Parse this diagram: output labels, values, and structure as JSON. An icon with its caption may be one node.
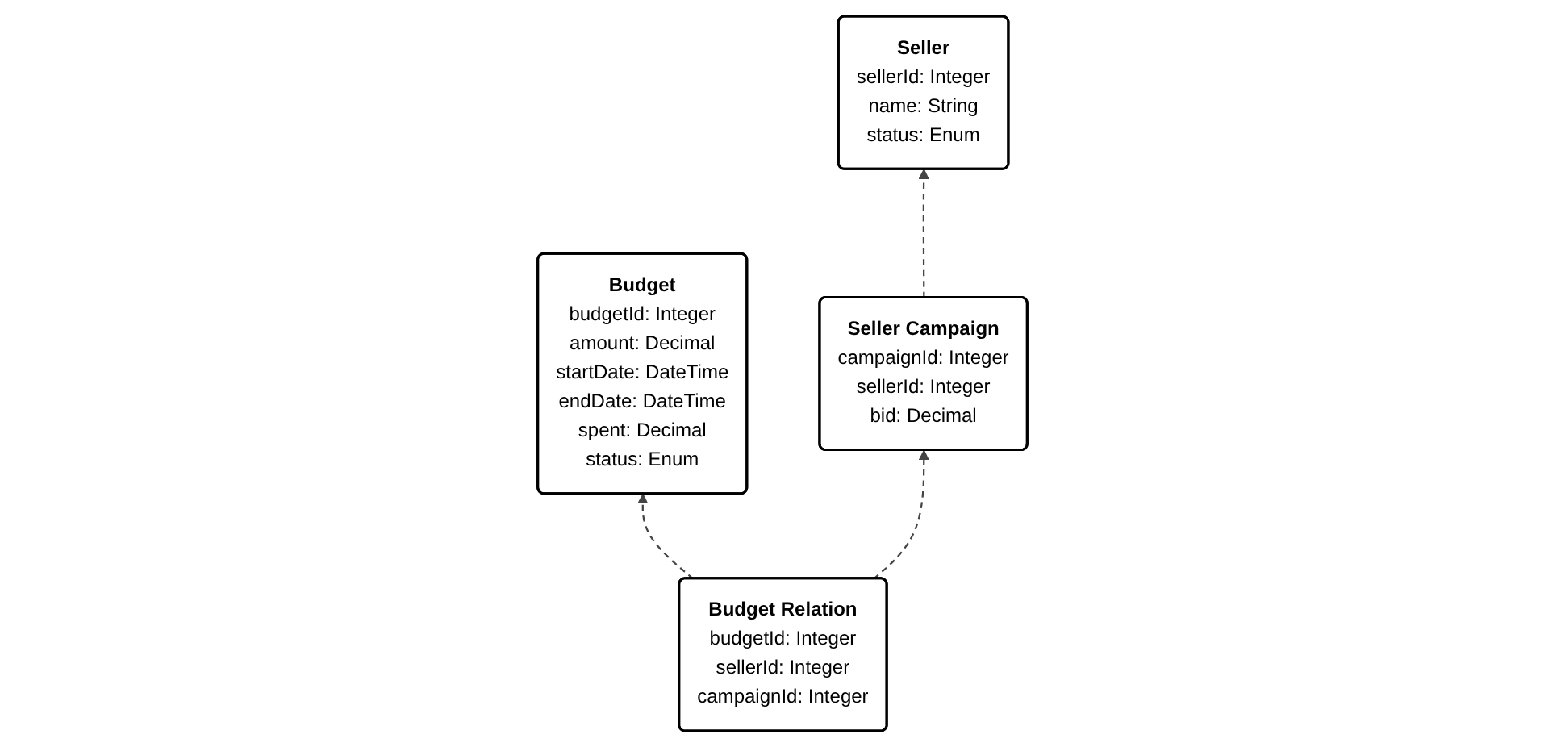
{
  "diagram": {
    "nodes": [
      {
        "text": [
          "Budget",
          "budgetId: Integer",
          "amount: Decimal",
          "startDate: DateTime",
          "endDate: DateTime",
          "spent: Decimal",
          "status: Enum"
        ]
      },
      {
        "text": [
          "Seller Campaign",
          "campaignId: Integer",
          "sellerId: Integer",
          "bid: Decimal"
        ]
      },
      {
        "text": [
          "Seller",
          "sellerId: Integer",
          "name: String",
          "status: Enum"
        ]
      },
      {
        "text": [
          "Budget Relation",
          "budgetId: Integer",
          "sellerId: Integer",
          "campaignId: Integer"
        ]
      }
    ],
    "edges": [
      {
        "from": 3,
        "to": 0,
        "arrow": "to",
        "style": "dashed"
      },
      {
        "from": 3,
        "to": 1,
        "arrow": "to",
        "style": "dashed"
      },
      {
        "from": 1,
        "to": 2,
        "arrow": "to",
        "style": "dashed"
      }
    ]
  }
}
